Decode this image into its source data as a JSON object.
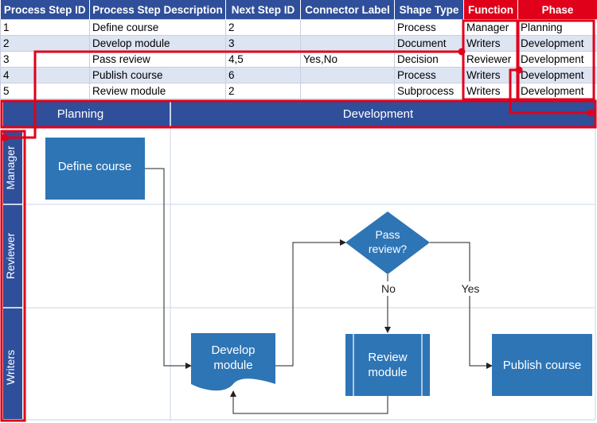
{
  "sheet": {
    "headers": [
      "Process Step ID",
      "Process Step Description",
      "Next Step ID",
      "Connector Label",
      "Shape Type",
      "Function",
      "Phase"
    ],
    "rows": [
      [
        "1",
        "Define course",
        "2",
        "",
        "Process",
        "Manager",
        "Planning"
      ],
      [
        "2",
        "Develop module",
        "3",
        "",
        "Document",
        "Writers",
        "Development"
      ],
      [
        "3",
        "Pass review",
        "4,5",
        "Yes,No",
        "Decision",
        "Reviewer",
        "Development"
      ],
      [
        "4",
        "Publish course",
        "6",
        "",
        "Process",
        "Writers",
        "Development"
      ],
      [
        "5",
        "Review module",
        "2",
        "",
        "Subprocess",
        "Writers",
        "Development"
      ]
    ]
  },
  "diagram": {
    "phases": [
      "Planning",
      "Development"
    ],
    "lanes": [
      "Manager",
      "Reviewer",
      "Writers"
    ],
    "shapes": {
      "define": [
        "Define course"
      ],
      "develop": [
        "Develop",
        "module"
      ],
      "decision": [
        "Pass",
        "review?"
      ],
      "review": [
        "Review",
        "module"
      ],
      "publish": [
        "Publish course"
      ]
    },
    "labels": {
      "no": "No",
      "yes": "Yes"
    }
  },
  "colors": {
    "header_blue": "#2f4f9a",
    "shape_blue": "#2e75b6",
    "highlight_red": "#e0001a",
    "grid": "#c9d6ea"
  }
}
